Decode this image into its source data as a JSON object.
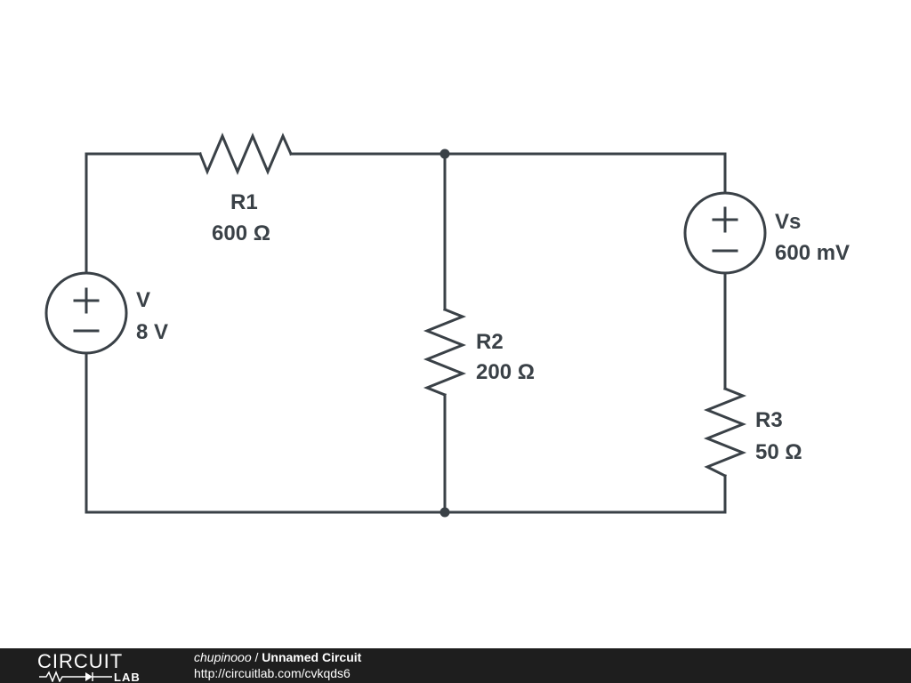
{
  "circuit": {
    "components": [
      {
        "id": "R1",
        "type": "resistor",
        "name": "R1",
        "value": "600 Ω"
      },
      {
        "id": "R2",
        "type": "resistor",
        "name": "R2",
        "value": "200 Ω"
      },
      {
        "id": "R3",
        "type": "resistor",
        "name": "R3",
        "value": "50 Ω"
      },
      {
        "id": "V",
        "type": "voltage-source",
        "name": "V",
        "value": "8 V"
      },
      {
        "id": "Vs",
        "type": "voltage-source",
        "name": "Vs",
        "value": "600 mV"
      }
    ],
    "source_symbols": {
      "plus": "+",
      "minus": "−"
    }
  },
  "footer": {
    "logo_top": "CIRCUIT",
    "logo_bottom": "LAB",
    "user": "chupinooo",
    "separator": " / ",
    "title": "Unnamed Circuit",
    "url": "http://circuitlab.com/cvkqds6"
  },
  "colors": {
    "wire": "#3a4147",
    "footer_background": "#1e1e1e",
    "footer_text": "#ffffff"
  }
}
